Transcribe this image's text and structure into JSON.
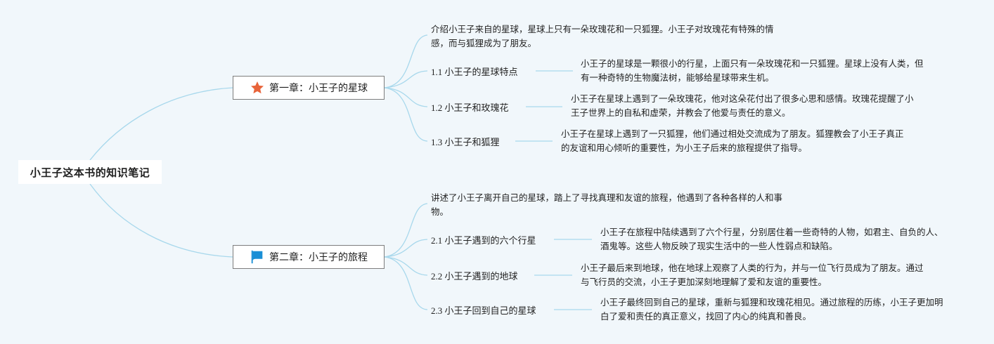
{
  "root": {
    "title": "小王子这本书的知识笔记"
  },
  "chapters": [
    {
      "title": "第一章：小王子的星球",
      "icon": "star-icon",
      "icon_color": "#e8643a",
      "intro": "介绍小王子来自的星球，星球上只有一朵玫瑰花和一只狐狸。小王子对玫瑰花有特殊的情感，而与狐狸成为了朋友。",
      "sections": [
        {
          "title": "1.1 小王子的星球特点",
          "desc": "小王子的星球是一颗很小的行星，上面只有一朵玫瑰花和一只狐狸。星球上没有人类，但有一种奇特的生物魔法树，能够给星球带来生机。"
        },
        {
          "title": "1.2 小王子和玫瑰花",
          "desc": "小王子在星球上遇到了一朵玫瑰花，他对这朵花付出了很多心思和感情。玫瑰花提醒了小王子世界上的自私和虚荣，并教会了他爱与责任的意义。"
        },
        {
          "title": "1.3 小王子和狐狸",
          "desc": "小王子在星球上遇到了一只狐狸，他们通过相处交流成为了朋友。狐狸教会了小王子真正的友谊和用心倾听的重要性，为小王子后来的旅程提供了指导。"
        }
      ]
    },
    {
      "title": "第二章：小王子的旅程",
      "icon": "flag-icon",
      "icon_color": "#1a8fd6",
      "intro": "讲述了小王子离开自己的星球，踏上了寻找真理和友谊的旅程，他遇到了各种各样的人和事物。",
      "sections": [
        {
          "title": "2.1 小王子遇到的六个行星",
          "desc": "小王子在旅程中陆续遇到了六个行星，分别居住着一些奇特的人物，如君主、自负的人、酒鬼等。这些人物反映了现实生活中的一些人性弱点和缺陷。"
        },
        {
          "title": "2.2 小王子遇到的地球",
          "desc": "小王子最后来到地球，他在地球上观察了人类的行为，并与一位飞行员成为了朋友。通过与飞行员的交流，小王子更加深刻地理解了爱和友谊的重要性。"
        },
        {
          "title": "2.3 小王子回到自己的星球",
          "desc": "小王子最终回到自己的星球，重新与狐狸和玫瑰花相见。通过旅程的历练，小王子更加明白了爱和责任的真正意义，找回了内心的纯真和善良。"
        }
      ]
    }
  ],
  "colors": {
    "connector": "#a8d8ec",
    "background": "#f1f7fb"
  }
}
